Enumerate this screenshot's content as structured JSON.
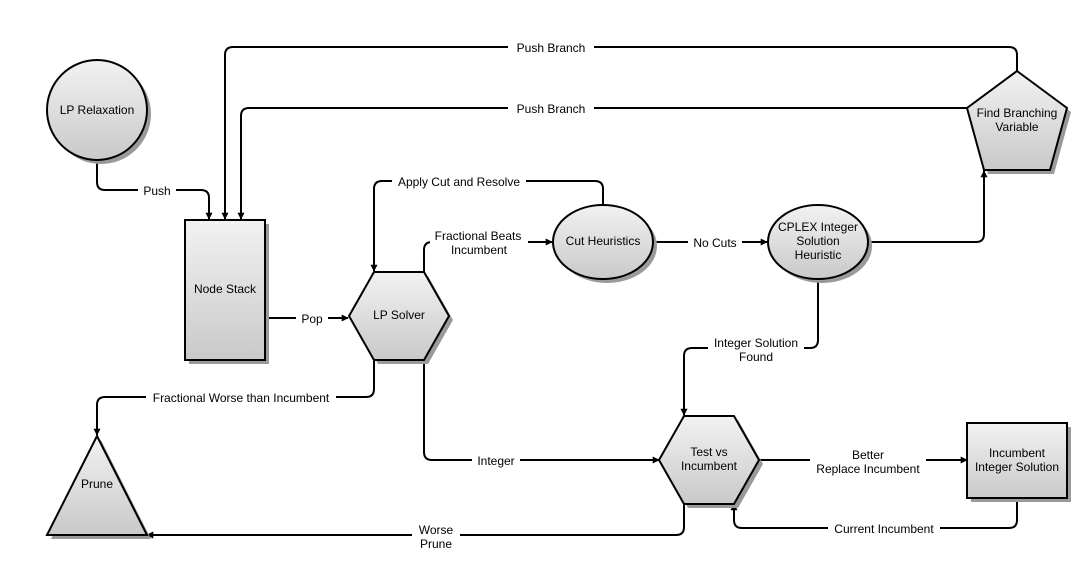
{
  "nodes": {
    "lp_relaxation": "LP Relaxation",
    "node_stack": "Node Stack",
    "lp_solver": "LP Solver",
    "cut_heuristics": "Cut Heuristics",
    "cplex_heuristic": [
      "CPLEX Integer",
      "Solution",
      "Heuristic"
    ],
    "find_branching": [
      "Find Branching",
      "Variable"
    ],
    "prune": "Prune",
    "test_vs_incumbent": [
      "Test vs",
      "Incumbent"
    ],
    "incumbent_solution": [
      "Incumbent",
      "Integer Solution"
    ]
  },
  "edges": {
    "push": "Push",
    "pop": "Pop",
    "push_branch_top": "Push Branch",
    "push_branch_second": "Push Branch",
    "apply_cut": "Apply Cut and Resolve",
    "fractional_beats": [
      "Fractional Beats",
      "Incumbent"
    ],
    "no_cuts": "No Cuts",
    "integer_solution_found": [
      "Integer Solution",
      "Found"
    ],
    "fractional_worse": "Fractional Worse than Incumbent",
    "integer": "Integer",
    "better_replace": [
      "Better",
      "Replace Incumbent"
    ],
    "worse_prune": [
      "Worse",
      "Prune"
    ],
    "current_incumbent": "Current Incumbent"
  }
}
